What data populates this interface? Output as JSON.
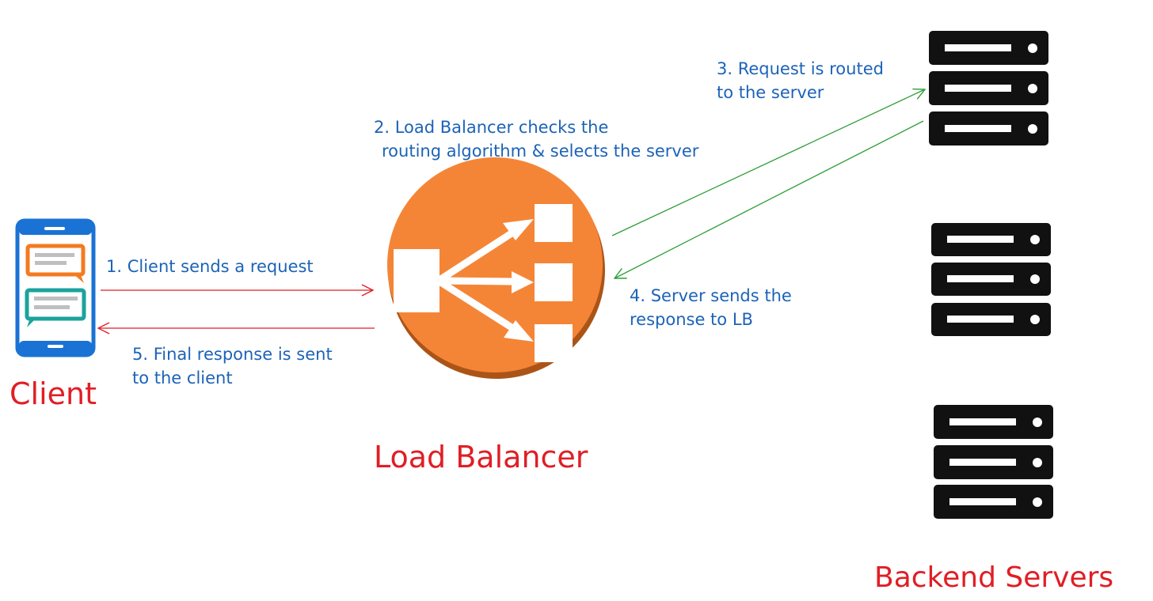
{
  "nodes": {
    "client": {
      "label": "Client"
    },
    "load_balancer": {
      "label": "Load Balancer"
    },
    "servers": {
      "label": "Backend Servers"
    }
  },
  "steps": [
    {
      "line1": "1. Client sends a request",
      "line2": ""
    },
    {
      "line1": "2. Load Balancer checks the",
      "line2": "routing algorithm & selects the server"
    },
    {
      "line1": "3. Request is routed",
      "line2": "to the server"
    },
    {
      "line1": "4. Server sends the",
      "line2": "response to LB"
    },
    {
      "line1": "5. Final response is sent",
      "line2": "to the client"
    }
  ],
  "colors": {
    "lb_orange": "#f58536",
    "client_arrows": "#e01e25",
    "server_arrows": "#2e9e36",
    "step_text": "#1c63b7",
    "title_text": "#e01e25",
    "phone_frame": "#1a73d4",
    "bubble_orange": "#f47a20",
    "bubble_teal": "#1ba39c",
    "server_rack": "#111111"
  },
  "icons": [
    "phone-icon",
    "load-balancer-icon",
    "server-rack-icon"
  ]
}
